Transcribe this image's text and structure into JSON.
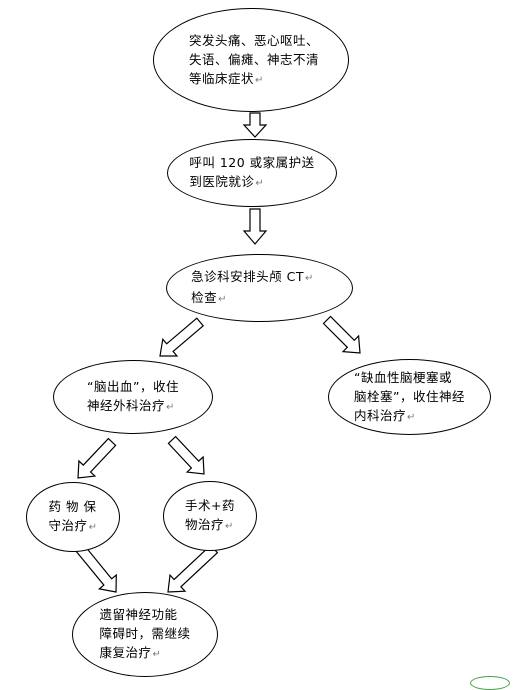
{
  "nodes": [
    {
      "id": "symptoms",
      "lines": [
        "突发头痛、恶心呕吐、",
        "失语、偏瘫、神志不清",
        "等临床症状"
      ]
    },
    {
      "id": "call",
      "lines": [
        "呼叫 120 或家属护送",
        "到医院就诊"
      ]
    },
    {
      "id": "ct",
      "lines": [
        "急诊科安排头颅 CT",
        "检查"
      ]
    },
    {
      "id": "hemorrhage",
      "lines": [
        "“脑出血”，收住",
        "神经外科治疗"
      ]
    },
    {
      "id": "ischemic",
      "lines": [
        "“缺血性脑梗塞或",
        "脑栓塞”，收住神经",
        "内科治疗"
      ]
    },
    {
      "id": "drug",
      "lines": [
        "药 物 保",
        "守治疗"
      ]
    },
    {
      "id": "surgery",
      "lines": [
        "手术+药",
        "物治疗"
      ]
    },
    {
      "id": "rehab",
      "lines": [
        "遗留神经功能",
        "障碍时，需继续",
        "康复治疗"
      ]
    }
  ],
  "paragraph_mark": "↵",
  "arrows": [
    {
      "from": "symptoms",
      "to": "call"
    },
    {
      "from": "call",
      "to": "ct"
    },
    {
      "from": "ct",
      "to": "hemorrhage"
    },
    {
      "from": "ct",
      "to": "ischemic"
    },
    {
      "from": "hemorrhage",
      "to": "drug"
    },
    {
      "from": "hemorrhage",
      "to": "surgery"
    },
    {
      "from": "drug",
      "to": "rehab"
    },
    {
      "from": "surgery",
      "to": "rehab"
    }
  ]
}
